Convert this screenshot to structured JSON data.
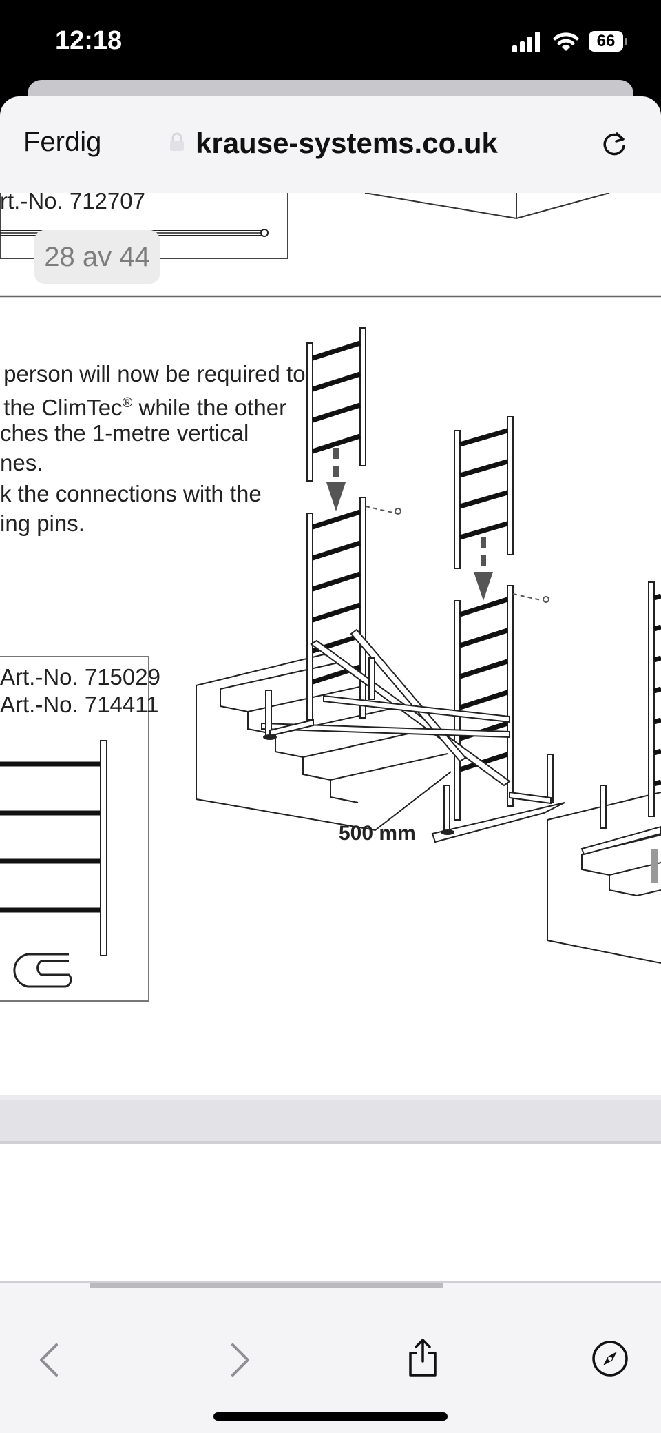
{
  "status_bar": {
    "time": "12:18",
    "battery": "66"
  },
  "browser": {
    "done_label": "Ferdig",
    "url": "krause-systems.co.uk"
  },
  "document": {
    "top_article": "rt.-No. 712707",
    "page_indicator": "28 av 44",
    "instructions": [
      " person will now be required to",
      " the ClimTec",
      " while the other",
      "ches the 1-metre vertical",
      "nes.",
      "k the connections with the",
      "ing pins."
    ],
    "registered_mark": "®",
    "parts": [
      "Art.-No. 715029",
      "Art.-No. 714411"
    ],
    "dimension_label": "500 mm"
  },
  "icons": {
    "back": "chevron-left-icon",
    "forward": "chevron-right-icon",
    "share": "share-icon",
    "compass": "compass-icon",
    "reload": "reload-icon",
    "lock": "lock-icon"
  }
}
